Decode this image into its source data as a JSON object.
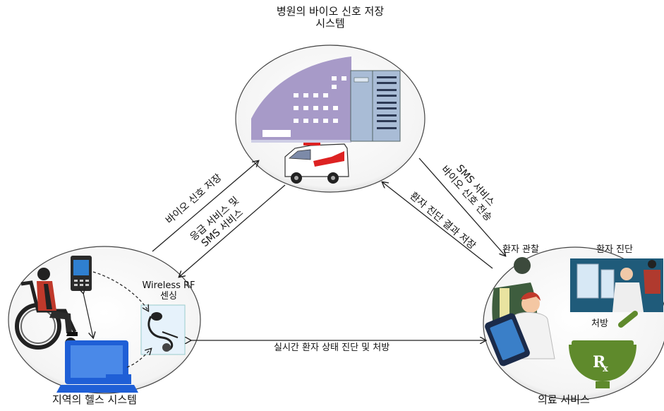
{
  "nodes": {
    "hospital": {
      "title_line1": "병원의 바이오 신호 저장",
      "title_line2": "시스템"
    },
    "local": {
      "title": "지역의 헬스 시스템",
      "sensor_line1": "Wireless RF",
      "sensor_line2": "센싱"
    },
    "medical": {
      "title": "의료 서비스",
      "observe": "환자 관찰",
      "diagnose": "환자 진단",
      "prescribe": "처방"
    }
  },
  "edges": {
    "local_to_hospital": "바이오 신호 저장",
    "hospital_to_local_line1": "응급 서비스 및",
    "hospital_to_local_line2": "SMS 서비스",
    "hospital_to_medical_line1": "SMS 서비스",
    "hospital_to_medical_line2": "바이오 신호 전송",
    "medical_to_hospital": "환자 진단 결과 저장",
    "local_medical": "실시간 환자 상태 진단 및 처방"
  },
  "colors": {
    "building": "#a79ac8",
    "server": "#a9bcd6",
    "ambulance_red": "#d22",
    "computer_blue": "#1f5fd6",
    "pestle_green": "#5f8a2c",
    "arrow": "#222222"
  }
}
